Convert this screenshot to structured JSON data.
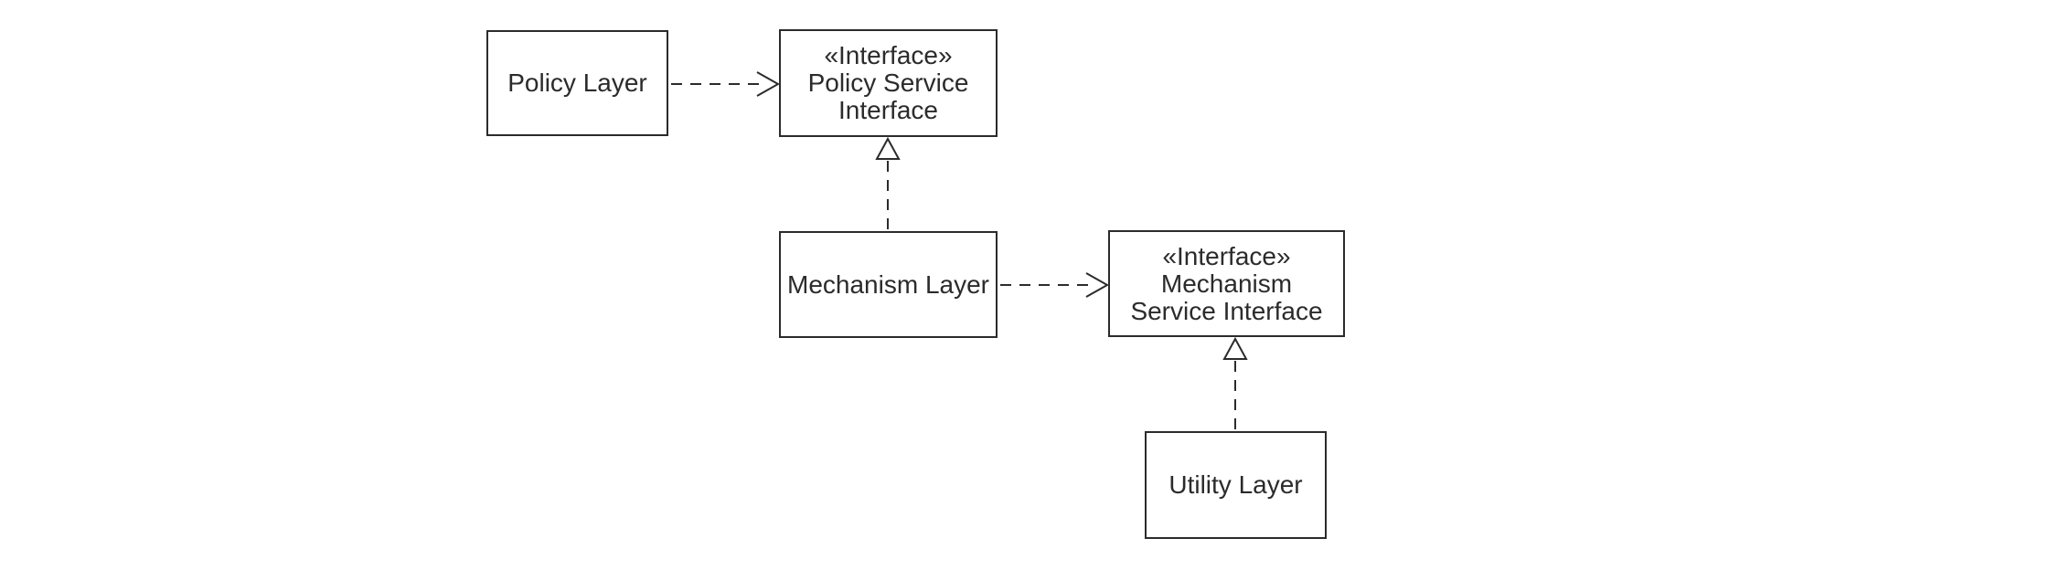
{
  "diagram": {
    "title": "Layered policy/mechanism UML diagram",
    "background_color": "#ffffff",
    "stroke_color": "#2b2b2b",
    "nodes": {
      "policy_layer": {
        "label": "Policy Layer",
        "kind": "class-box"
      },
      "policy_service_interface": {
        "stereotype": "«Interface»",
        "name_line1": "Policy Service",
        "name_line2": "Interface",
        "kind": "interface-box"
      },
      "mechanism_layer": {
        "label": "Mechanism Layer",
        "kind": "class-box"
      },
      "mechanism_service_interface": {
        "stereotype": "«Interface»",
        "name_line1": "Mechanism",
        "name_line2": "Service Interface",
        "kind": "interface-box"
      },
      "utility_layer": {
        "label": "Utility Layer",
        "kind": "class-box"
      }
    },
    "edges": [
      {
        "from": "Policy Layer",
        "to": "Policy Service Interface",
        "type": "dependency",
        "style": "dashed-open-arrow"
      },
      {
        "from": "Mechanism Layer",
        "to": "Policy Service Interface",
        "type": "realization",
        "style": "dashed-hollow-triangle"
      },
      {
        "from": "Mechanism Layer",
        "to": "Mechanism Service Interface",
        "type": "dependency",
        "style": "dashed-open-arrow"
      },
      {
        "from": "Utility Layer",
        "to": "Mechanism Service Interface",
        "type": "realization",
        "style": "dashed-hollow-triangle"
      }
    ]
  }
}
